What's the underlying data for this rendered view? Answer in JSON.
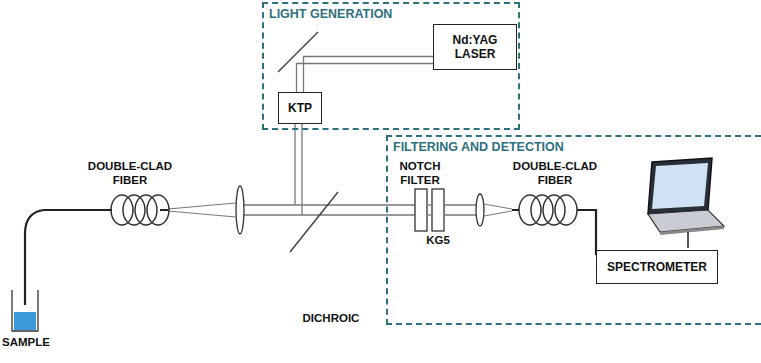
{
  "diagram": {
    "nodes": [
      {
        "text": [
          "LIGHT GENERATION"
        ]
      },
      {
        "text": [
          "Nd:YAG LASER"
        ],
        "in": 0
      },
      {
        "text": [
          "KTP"
        ],
        "in": 0
      },
      {
        "text": [
          "FILTERING AND DETECTION"
        ]
      },
      {
        "text": [
          "SPECTROMETER"
        ],
        "in": 3
      }
    ],
    "edges": [
      {
        "from": 1,
        "to": 2,
        "arrow": "none"
      }
    ],
    "labels": [
      "DOUBLE-CLAD FIBER",
      "SAMPLE",
      "DICHROIC",
      "NOTCH FILTER",
      "KG5",
      "DOUBLE-CLAD FIBER"
    ]
  }
}
